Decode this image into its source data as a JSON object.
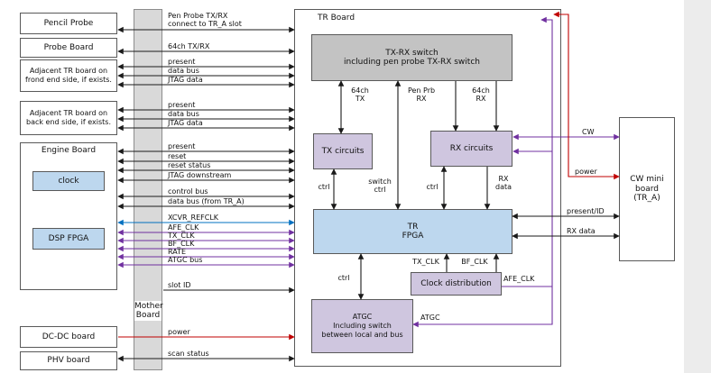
{
  "diagram": {
    "boards": {
      "pencil_probe": "Pencil Probe",
      "probe_board": "Probe Board",
      "adjacent_front": "Adjacent TR board on\nfrond end side, if exists.",
      "adjacent_back": "Adjacent TR board on\nback end side, if exists.",
      "engine_board": "Engine Board",
      "clock": "clock",
      "dsp_fpga": "DSP FPGA",
      "dcdc_board": "DC-DC board",
      "phv_board": "PHV board",
      "mother_board": "Mother\nBoard",
      "tr_board": "TR Board",
      "txrx_switch": "TX-RX switch\nincluding pen probe TX-RX switch",
      "tx_circuits": "TX circuits",
      "rx_circuits": "RX circuits",
      "tr_fpga": "TR\nFPGA",
      "clock_distribution": "Clock distribution",
      "atgc": "ATGC\nIncluding switch\nbetween local and bus",
      "cw_mini_board": "CW mini\nboard\n(TR_A)"
    },
    "left_signals": {
      "pen_probe_txrx": "Pen Probe TX/RX\nconnect to TR_A slot",
      "ch64_txrx": "64ch TX/RX",
      "present_front": "present",
      "data_bus_front": "data bus",
      "jtag_front": "JTAG data",
      "present_back": "present",
      "data_bus_back": "data bus",
      "jtag_back": "JTAG data",
      "present_engine": "present",
      "reset": "reset",
      "reset_status": "reset status",
      "jtag_downstream": "JTAG downstream",
      "control_bus": "control bus",
      "data_bus_from_tra": "data bus (from TR_A)",
      "xcvr_refclk": "XCVR_REFCLK",
      "afe_clk": "AFE_CLK",
      "tx_clk": "TX_CLK",
      "bf_clk": "BF_CLK",
      "rate": "RATE",
      "atgc_bus": "ATGC bus",
      "slot_id": "slot ID",
      "power": "power",
      "scan_status": "scan status"
    },
    "right_signals": {
      "cw": "CW",
      "power": "power",
      "present_id": "present/ID",
      "rx_data": "RX data"
    },
    "internal_signals": {
      "ch64_tx": "64ch\nTX",
      "pen_prb_rx": "Pen Prb\nRX",
      "ch64_rx": "64ch\nRX",
      "switch_ctrl": "switch\nctrl",
      "ctrl_tx": "ctrl",
      "ctrl_rx": "ctrl",
      "rx_data": "RX\ndata",
      "ctrl_atgc": "ctrl",
      "tx_clk": "TX_CLK",
      "bf_clk": "BF_CLK",
      "afe_clk": "AFE_CLK",
      "atgc": "ATGC"
    },
    "colors": {
      "line_black": "#1a1a1a",
      "power_red": "#c00000",
      "clock_purple": "#7030a0",
      "refclk_blue": "#0070c0",
      "box_blue": "#bdd7ee",
      "box_lavender": "#cfc6df",
      "box_gray": "#c3c3c3",
      "motherboard_gray": "#d9d9d9"
    }
  }
}
